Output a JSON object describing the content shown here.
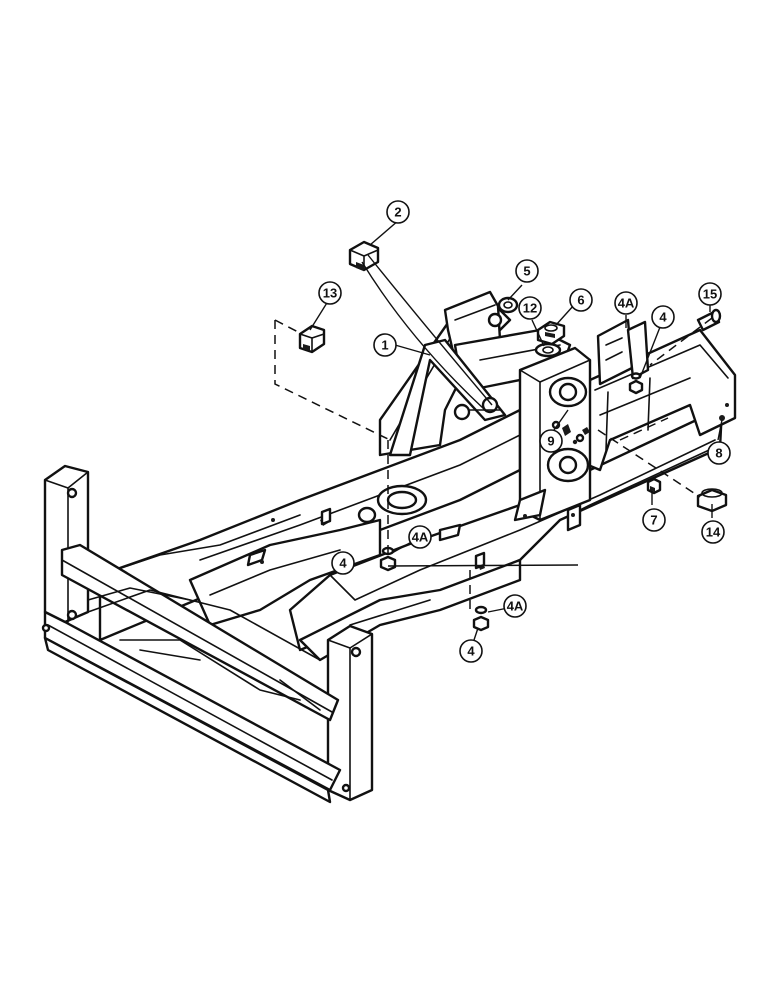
{
  "callouts": [
    {
      "id": "c1",
      "label": "1"
    },
    {
      "id": "c2",
      "label": "2"
    },
    {
      "id": "c4a",
      "label": "4"
    },
    {
      "id": "c4b",
      "label": "4"
    },
    {
      "id": "c4c",
      "label": "4"
    },
    {
      "id": "c4A1",
      "label": "4A"
    },
    {
      "id": "c4A2",
      "label": "4A"
    },
    {
      "id": "c4A3",
      "label": "4A"
    },
    {
      "id": "c5",
      "label": "5"
    },
    {
      "id": "c6",
      "label": "6"
    },
    {
      "id": "c7",
      "label": "7"
    },
    {
      "id": "c8",
      "label": "8"
    },
    {
      "id": "c9",
      "label": "9"
    },
    {
      "id": "c12",
      "label": "12"
    },
    {
      "id": "c13",
      "label": "13"
    },
    {
      "id": "c14",
      "label": "14"
    },
    {
      "id": "c15",
      "label": "15"
    }
  ]
}
